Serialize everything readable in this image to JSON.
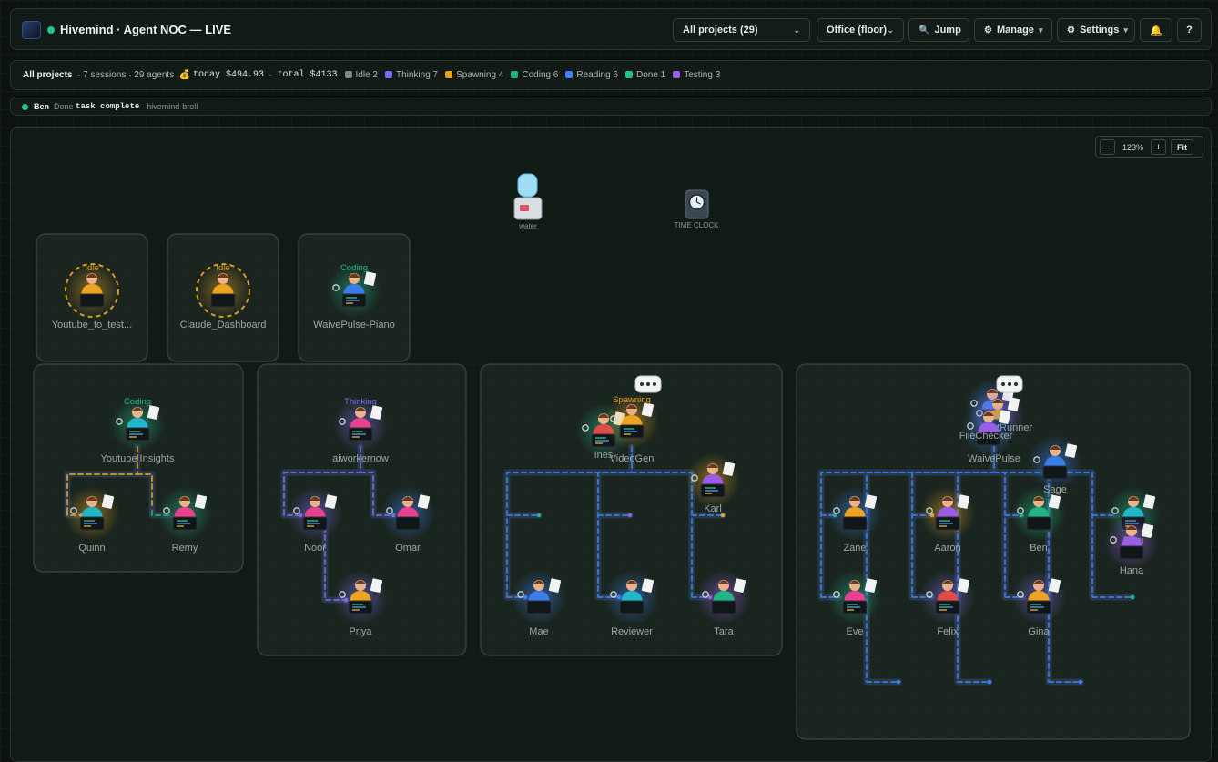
{
  "app": {
    "title": "Hivemind · Agent NOC — LIVE"
  },
  "toolbar": {
    "projects_select": "All projects (29)",
    "view_select": "Office (floor)",
    "jump": "Jump",
    "manage": "Manage",
    "settings": "Settings",
    "help": "?"
  },
  "stats": {
    "scope": "All projects",
    "sessions": "· 7 sessions · 29 agents",
    "today": "today $494.93",
    "sep": "·",
    "total": "total $4133",
    "legend": [
      {
        "label": "Idle 2",
        "color": "#7d8781"
      },
      {
        "label": "Thinking 7",
        "color": "#7c6cf0"
      },
      {
        "label": "Spawning 4",
        "color": "#e7a126"
      },
      {
        "label": "Coding 6",
        "color": "#21b486"
      },
      {
        "label": "Reading 6",
        "color": "#3b82f6"
      },
      {
        "label": "Done 1",
        "color": "#22c38e"
      },
      {
        "label": "Testing 3",
        "color": "#9b5de5"
      }
    ]
  },
  "activity": {
    "agent": "Ben",
    "state": "Done",
    "task": "task complete",
    "project": "· hivemind-broll"
  },
  "zoom": {
    "minus": "−",
    "value": "123%",
    "plus": "+",
    "fit": "Fit"
  },
  "props": {
    "water": "water",
    "clock": "TIME CLOCK"
  },
  "colors": {
    "idle": "#d89a22",
    "coding": "#21b486",
    "thinking": "#7c6cf0",
    "spawning": "#e7a126",
    "reading": "#3b82f6",
    "testing": "#9b5de5",
    "done": "#22c38e"
  },
  "agents": [
    {
      "id": "yt-test",
      "label": "Youtube_to_test...",
      "state": "Idle",
      "status": "idle",
      "shirt": "#f0a222"
    },
    {
      "id": "claude-dash",
      "label": "Claude_Dashboard",
      "state": "Idle",
      "status": "idle",
      "shirt": "#f0a222"
    },
    {
      "id": "waive-piano",
      "label": "WaivePulse-Piano",
      "state": "Coding",
      "status": "coding",
      "shirt": "#3b7de6"
    },
    {
      "id": "yt-insights",
      "label": "Youtube Insights",
      "state": "Coding",
      "status": "coding",
      "shirt": "#1fb7c9"
    },
    {
      "id": "quinn",
      "label": "Quinn",
      "state": "",
      "status": "spawning",
      "shirt": "#1fb7c9"
    },
    {
      "id": "remy",
      "label": "Remy",
      "state": "",
      "status": "coding",
      "shirt": "#e9408f"
    },
    {
      "id": "aiworkernow",
      "label": "aiworkernow",
      "state": "Thinking",
      "status": "thinking",
      "shirt": "#e9408f"
    },
    {
      "id": "noor",
      "label": "Noor",
      "state": "",
      "status": "thinking",
      "shirt": "#e9408f"
    },
    {
      "id": "omar",
      "label": "Omar",
      "state": "",
      "status": "reading",
      "shirt": "#e9408f"
    },
    {
      "id": "priya",
      "label": "Priya",
      "state": "",
      "status": "thinking",
      "shirt": "#f0a222"
    },
    {
      "id": "ines",
      "label": "Ines",
      "state": "",
      "status": "coding",
      "shirt": "#e24a4a"
    },
    {
      "id": "videogen",
      "label": "VideoGen",
      "state": "Spawning",
      "status": "spawning",
      "shirt": "#f0a222"
    },
    {
      "id": "karl",
      "label": "Karl",
      "state": "",
      "status": "spawning",
      "shirt": "#9b5de5"
    },
    {
      "id": "mae",
      "label": "Mae",
      "state": "",
      "status": "reading",
      "shirt": "#3b7de6"
    },
    {
      "id": "reviewer",
      "label": "Reviewer",
      "state": "",
      "status": "reading",
      "shirt": "#1fb7c9"
    },
    {
      "id": "tara",
      "label": "Tara",
      "state": "",
      "status": "testing",
      "shirt": "#21b486"
    },
    {
      "id": "waivepulse",
      "label": "WaivePulse",
      "state": "",
      "status": "reading",
      "shirt": "#3b7de6"
    },
    {
      "id": "tester",
      "label": "TestRunner",
      "state": "",
      "status": "testing",
      "shirt": "#f0a222"
    },
    {
      "id": "filechecker",
      "label": "FileChecker",
      "state": "",
      "status": "reading",
      "shirt": "#9b5de5"
    },
    {
      "id": "sage",
      "label": "Sage",
      "state": "",
      "status": "reading",
      "shirt": "#3b7de6"
    },
    {
      "id": "zane",
      "label": "Zane",
      "state": "",
      "status": "reading",
      "shirt": "#f0a222"
    },
    {
      "id": "aaron",
      "label": "Aaron",
      "state": "",
      "status": "spawning",
      "shirt": "#9b5de5"
    },
    {
      "id": "ben",
      "label": "Ben",
      "state": "",
      "status": "done",
      "shirt": "#21b486"
    },
    {
      "id": "dani",
      "label": "Dani",
      "state": "",
      "status": "coding",
      "shirt": "#1fb7c9"
    },
    {
      "id": "hana",
      "label": "Hana",
      "state": "",
      "status": "testing",
      "shirt": "#9b5de5"
    },
    {
      "id": "eve",
      "label": "Eve",
      "state": "",
      "status": "coding",
      "shirt": "#e9408f"
    },
    {
      "id": "felix",
      "label": "Felix",
      "state": "",
      "status": "thinking",
      "shirt": "#e24a4a"
    },
    {
      "id": "gina",
      "label": "Gina",
      "state": "",
      "status": "thinking",
      "shirt": "#f0a222"
    }
  ]
}
